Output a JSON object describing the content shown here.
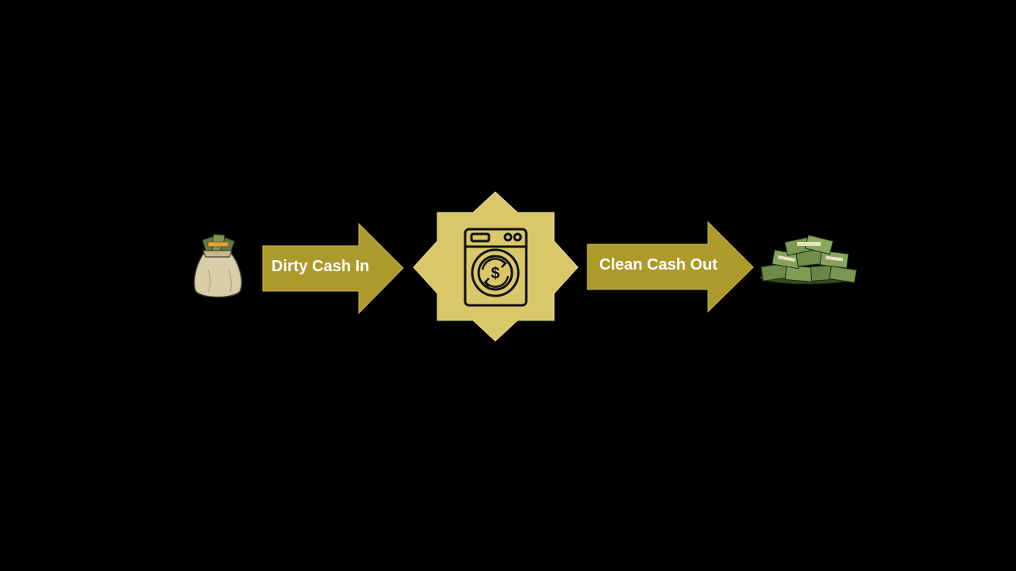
{
  "diagram": {
    "steps": [
      {
        "id": "dirty",
        "kind": "input",
        "icon": "money-bag-icon"
      },
      {
        "id": "wash",
        "kind": "process",
        "icon": "washing-machine-dollar-icon"
      },
      {
        "id": "clean",
        "kind": "output",
        "icon": "cash-pile-icon"
      }
    ],
    "arrows": [
      {
        "label": "Dirty Cash In"
      },
      {
        "label": "Clean Cash Out"
      }
    ]
  },
  "colors": {
    "background": "#000000",
    "arrow_fill": "#ad9a2a",
    "star_fill": "#d9c769",
    "icon_stroke": "#111111",
    "label_text": "#ffffff"
  }
}
